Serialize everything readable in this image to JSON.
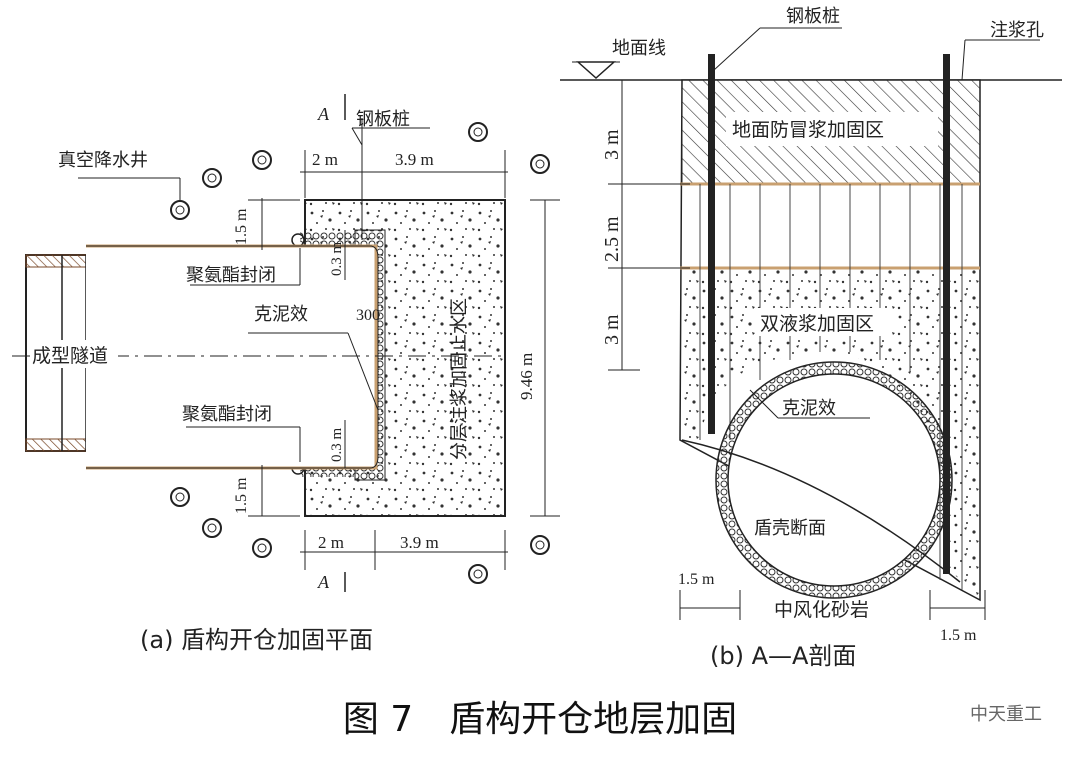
{
  "plan": {
    "label_well": "真空降水井",
    "label_pile": "钢板桩",
    "label_A_top": "A",
    "label_A_bottom": "A",
    "dim_2m_top": "2 m",
    "dim_39_top": "3.9 m",
    "dim_2m_bottom": "2 m",
    "dim_39_bottom": "3.9 m",
    "dim_15_top": "1.5 m",
    "dim_15_bottom": "1.5 m",
    "dim_03_top": "0.3 m",
    "dim_03_bottom": "0.3 m",
    "dim_946": "9.46 m",
    "dim_300": "300",
    "label_seal_top": "聚氨酯封闭",
    "label_seal_bottom": "聚氨酯封闭",
    "label_kenixiao": "克泥效",
    "label_tunnel": "成型隧道",
    "label_grout_zone": "分层注浆加固止水区",
    "caption": "(a) 盾构开仓加固平面"
  },
  "section": {
    "label_ground": "地面线",
    "label_pile": "钢板桩",
    "label_hole": "注浆孔",
    "dim_3m_top": "3 m",
    "dim_25m": "2.5 m",
    "dim_3m_bottom": "3 m",
    "label_surface_zone": "地面防冒浆加固区",
    "label_double_zone": "双液浆加固区",
    "label_kenixiao": "克泥效",
    "label_shield": "盾壳断面",
    "label_sandstone": "中风化砂岩",
    "dim_15_left": "1.5 m",
    "dim_15_right": "1.5 m",
    "caption": "(b) A—A剖面"
  },
  "figure": {
    "caption": "图 7　盾构开仓地层加固",
    "watermark": "中天重工"
  },
  "colors": {
    "band": "#c9a070",
    "line": "#333333"
  }
}
